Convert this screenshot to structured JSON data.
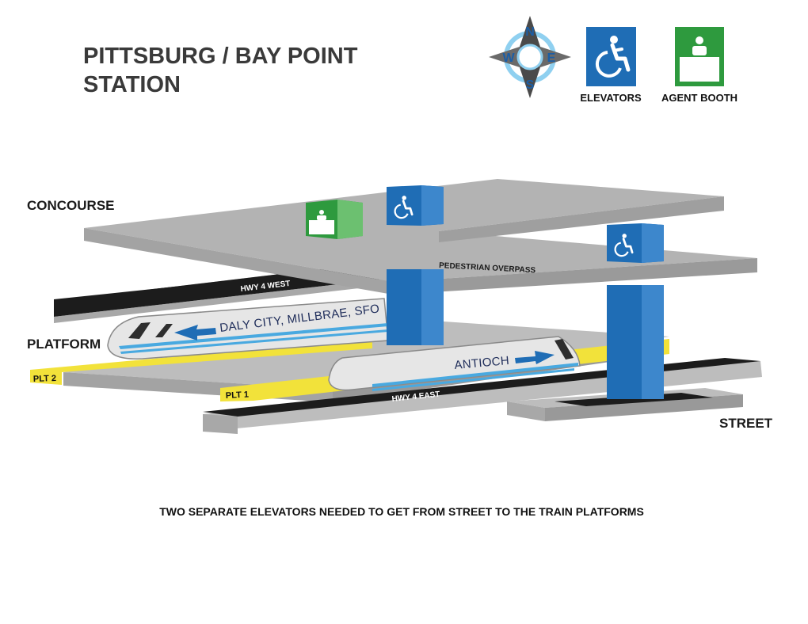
{
  "title": {
    "line1": "PITTSBURG / BAY POINT",
    "line2": "STATION"
  },
  "compass": {
    "n": "N",
    "s": "S",
    "e": "E",
    "w": "W"
  },
  "legend": {
    "elevators": "ELEVATORS",
    "agent_booth": "AGENT BOOTH"
  },
  "levels": {
    "concourse": "CONCOURSE",
    "platform": "PLATFORM",
    "street": "STREET"
  },
  "labels": {
    "pedestrian_overpass": "PEDESTRIAN OVERPASS",
    "hwy_west": "HWY 4 WEST",
    "hwy_east": "HWY 4 EAST",
    "plt1": "PLT 1",
    "plt2": "PLT 2"
  },
  "trains": {
    "westbound": "DALY CITY, MILLBRAE, SFO",
    "eastbound": "ANTIOCH"
  },
  "footer": "TWO SEPARATE ELEVATORS NEEDED TO GET FROM STREET TO THE TRAIN PLATFORMS",
  "colors": {
    "elevator_blue": "#1f6db5",
    "booth_green": "#2e9a3e",
    "platform_yellow": "#f2e23a",
    "road_black": "#1c1c1c",
    "slab_gray": "#b3b3b3"
  }
}
